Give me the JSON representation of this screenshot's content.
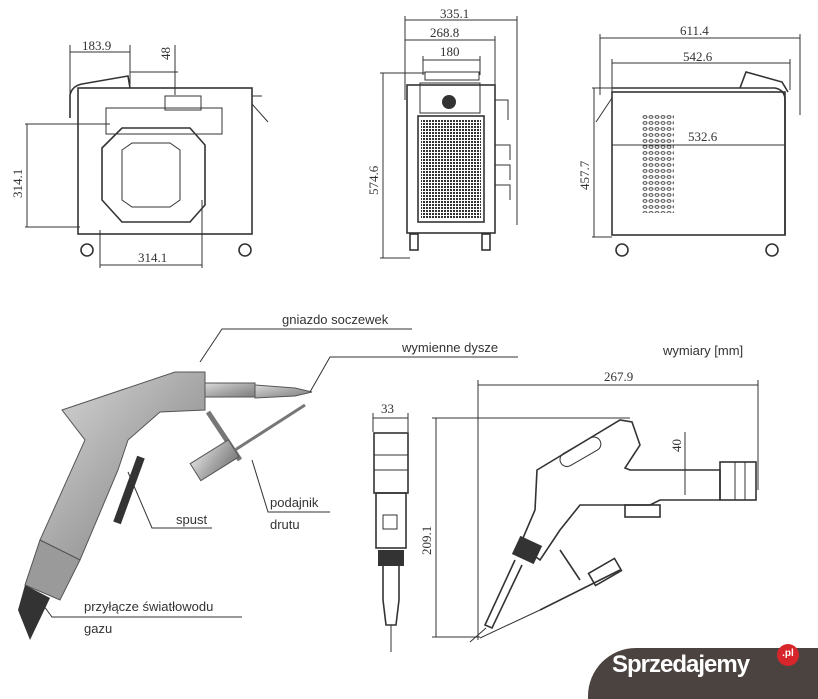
{
  "drawing": {
    "units_label": "wymiary [mm]",
    "unit_side_view": {
      "dims": {
        "handle_width": "183.9",
        "handle_offset": "48",
        "height": "314.1",
        "fan_width": "314.1"
      }
    },
    "unit_front_view": {
      "dims": {
        "total_width": "335.1",
        "body_width": "268.8",
        "handle_width": "180",
        "height": "574.6"
      }
    },
    "unit_rear_view": {
      "dims": {
        "total_length": "611.4",
        "top_length": "542.6",
        "body_length": "532.6",
        "height": "457.7"
      }
    },
    "gun_photo": {
      "callouts": {
        "lens_socket": "gniazdo soczewek",
        "nozzles": "wymienne dysze",
        "trigger": "spust",
        "wire_feeder_line1": "podajnik",
        "wire_feeder_line2": "drutu",
        "fiber_connector_line1": "przyłącze światłowodu",
        "fiber_connector_line2": "gazu"
      }
    },
    "gun_drawing": {
      "dims": {
        "front_width": "33",
        "height": "209.1",
        "length": "267.9",
        "head_height": "40"
      }
    }
  },
  "watermark": {
    "brand": "Sprzedajemy",
    "tld": ".pl",
    "bg_color": "#4b4340",
    "badge_color": "#d7262b"
  }
}
